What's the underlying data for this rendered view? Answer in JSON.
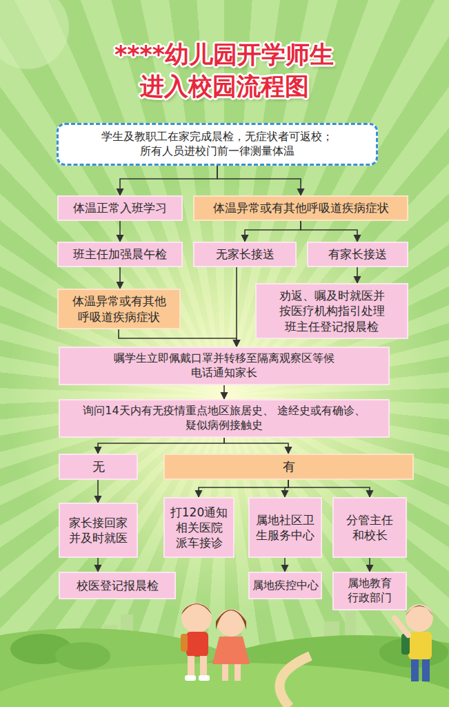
{
  "diagram": {
    "title": "****幼儿园开学师生 进入校园流程图",
    "nodes": [
      {
        "text": [
          "学生及教职工在家完成晨检，无症状者可返校； 所有人员进校门前一律测量体温"
        ]
      },
      {
        "text": [
          "体温正常入班学习"
        ]
      },
      {
        "text": [
          "体温异常或有其他呼吸道疾病症状"
        ]
      },
      {
        "text": [
          "班主任加强晨午检"
        ]
      },
      {
        "text": [
          "无家长接送"
        ]
      },
      {
        "text": [
          "有家长接送"
        ]
      },
      {
        "text": [
          "体温异常或有其他 呼吸道疾病症状"
        ]
      },
      {
        "text": [
          "劝返、嘱及时就医并 按医疗机构指引处理 班主任登记报晨检"
        ]
      },
      {
        "text": [
          "嘱学生立即佩戴口罩并转移至隔离观察区等候 电话通知家长"
        ]
      },
      {
        "text": [
          "询问14天内有无疫情重点地区旅居史、 途经史或有确诊、疑似病例接触史"
        ]
      },
      {
        "text": [
          "无"
        ]
      },
      {
        "text": [
          "有"
        ]
      },
      {
        "text": [
          "家长接回家 并及时就医"
        ]
      },
      {
        "text": [
          "打120通知 相关医院 派车接诊"
        ]
      },
      {
        "text": [
          "属地社区卫 生服务中心"
        ]
      },
      {
        "text": [
          "分管主任 和校长"
        ]
      },
      {
        "text": [
          "校医登记报晨检"
        ]
      },
      {
        "text": [
          "属地疾控中心"
        ]
      },
      {
        "text": [
          "属地教育 行政部门"
        ]
      }
    ],
    "edges": [
      {
        "from": 0,
        "to": 1,
        "arrow": "to"
      },
      {
        "from": 0,
        "to": 2,
        "arrow": "to"
      },
      {
        "from": 1,
        "to": 3,
        "arrow": "to"
      },
      {
        "from": 3,
        "to": 6,
        "arrow": "to"
      },
      {
        "from": 2,
        "to": 4,
        "arrow": "to"
      },
      {
        "from": 2,
        "to": 5,
        "arrow": "to"
      },
      {
        "from": 5,
        "to": 7,
        "arrow": "to"
      },
      {
        "from": 6,
        "to": 8,
        "arrow": "to"
      },
      {
        "from": 4,
        "to": 8,
        "arrow": "to"
      },
      {
        "from": 8,
        "to": 9,
        "arrow": "to"
      },
      {
        "from": 9,
        "to": 10,
        "arrow": "to"
      },
      {
        "from": 9,
        "to": 11,
        "arrow": "to"
      },
      {
        "from": 10,
        "to": 12,
        "arrow": "to"
      },
      {
        "from": 11,
        "to": 13,
        "arrow": "to"
      },
      {
        "from": 11,
        "to": 14,
        "arrow": "to"
      },
      {
        "from": 11,
        "to": 15,
        "arrow": "to"
      },
      {
        "from": 12,
        "to": 16,
        "arrow": "to"
      },
      {
        "from": 14,
        "to": 17,
        "arrow": "to"
      },
      {
        "from": 15,
        "to": 18,
        "arrow": "to"
      }
    ]
  }
}
